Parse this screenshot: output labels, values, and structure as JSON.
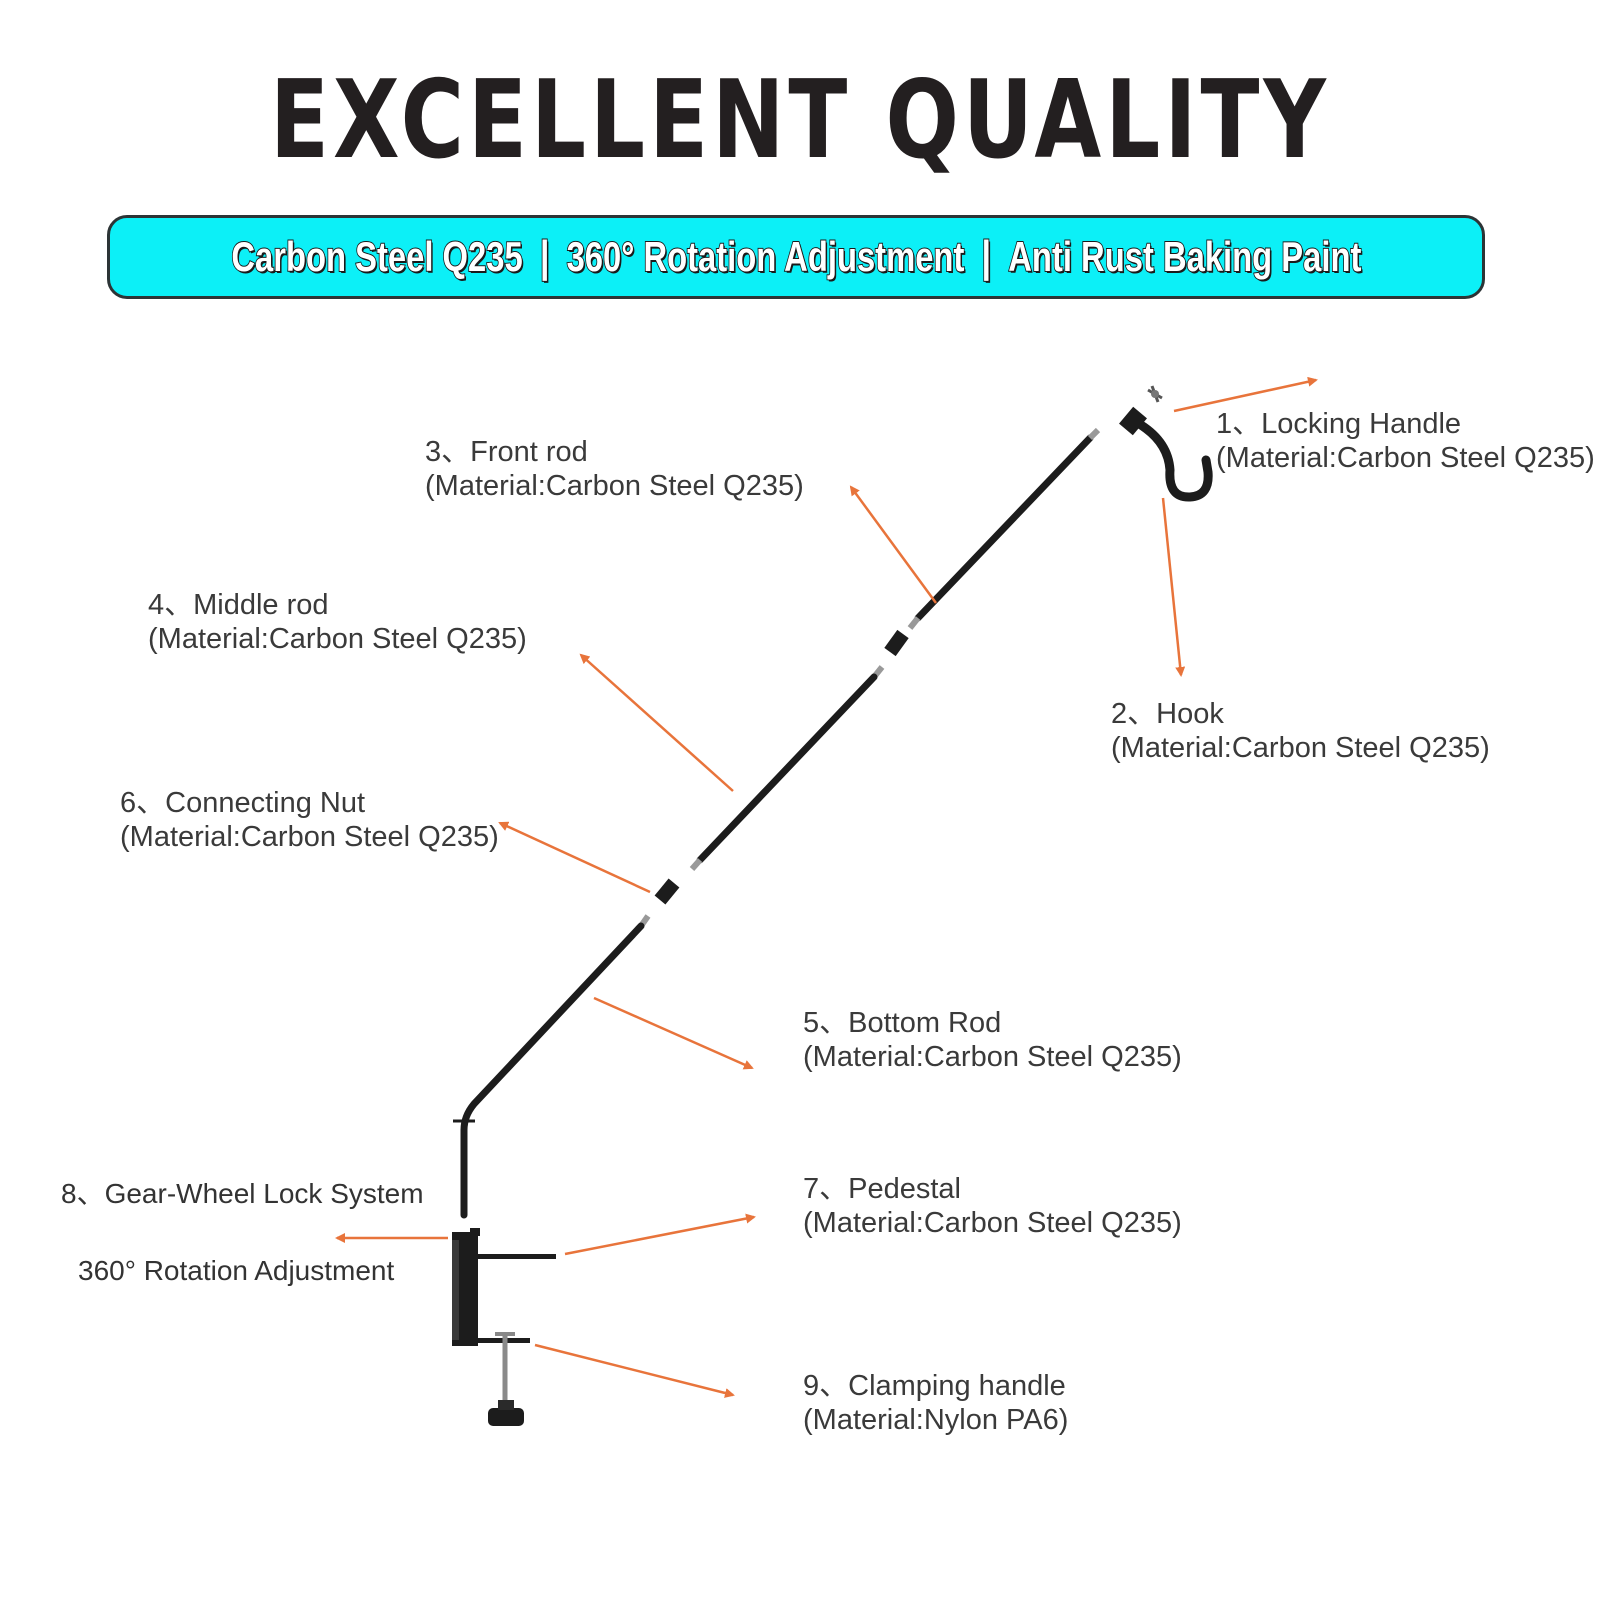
{
  "title": "EXCELLENT QUALITY",
  "banner": {
    "items": [
      "Carbon Steel Q235",
      "360° Rotation Adjustment",
      "Anti Rust Baking Paint"
    ],
    "separator": "|",
    "background_color": "#0cf0f7"
  },
  "arrow_color": "#e8743b",
  "parts": [
    {
      "name": "1、Locking Handle",
      "material": "(Material:Carbon Steel Q235)"
    },
    {
      "name": "2、Hook",
      "material": "(Material:Carbon Steel Q235)"
    },
    {
      "name": "3、Front rod",
      "material": "(Material:Carbon Steel Q235)"
    },
    {
      "name": "4、Middle rod",
      "material": "(Material:Carbon Steel Q235)"
    },
    {
      "name": "5、Bottom Rod",
      "material": "(Material:Carbon Steel Q235)"
    },
    {
      "name": "6、Connecting Nut",
      "material": "(Material:Carbon Steel Q235)"
    },
    {
      "name": "7、Pedestal",
      "material": "(Material:Carbon Steel Q235)"
    },
    {
      "name": "8、Gear-Wheel Lock System",
      "note": "360° Rotation Adjustment"
    },
    {
      "name": "9、Clamping handle",
      "material": "(Material:Nylon PA6)"
    }
  ]
}
